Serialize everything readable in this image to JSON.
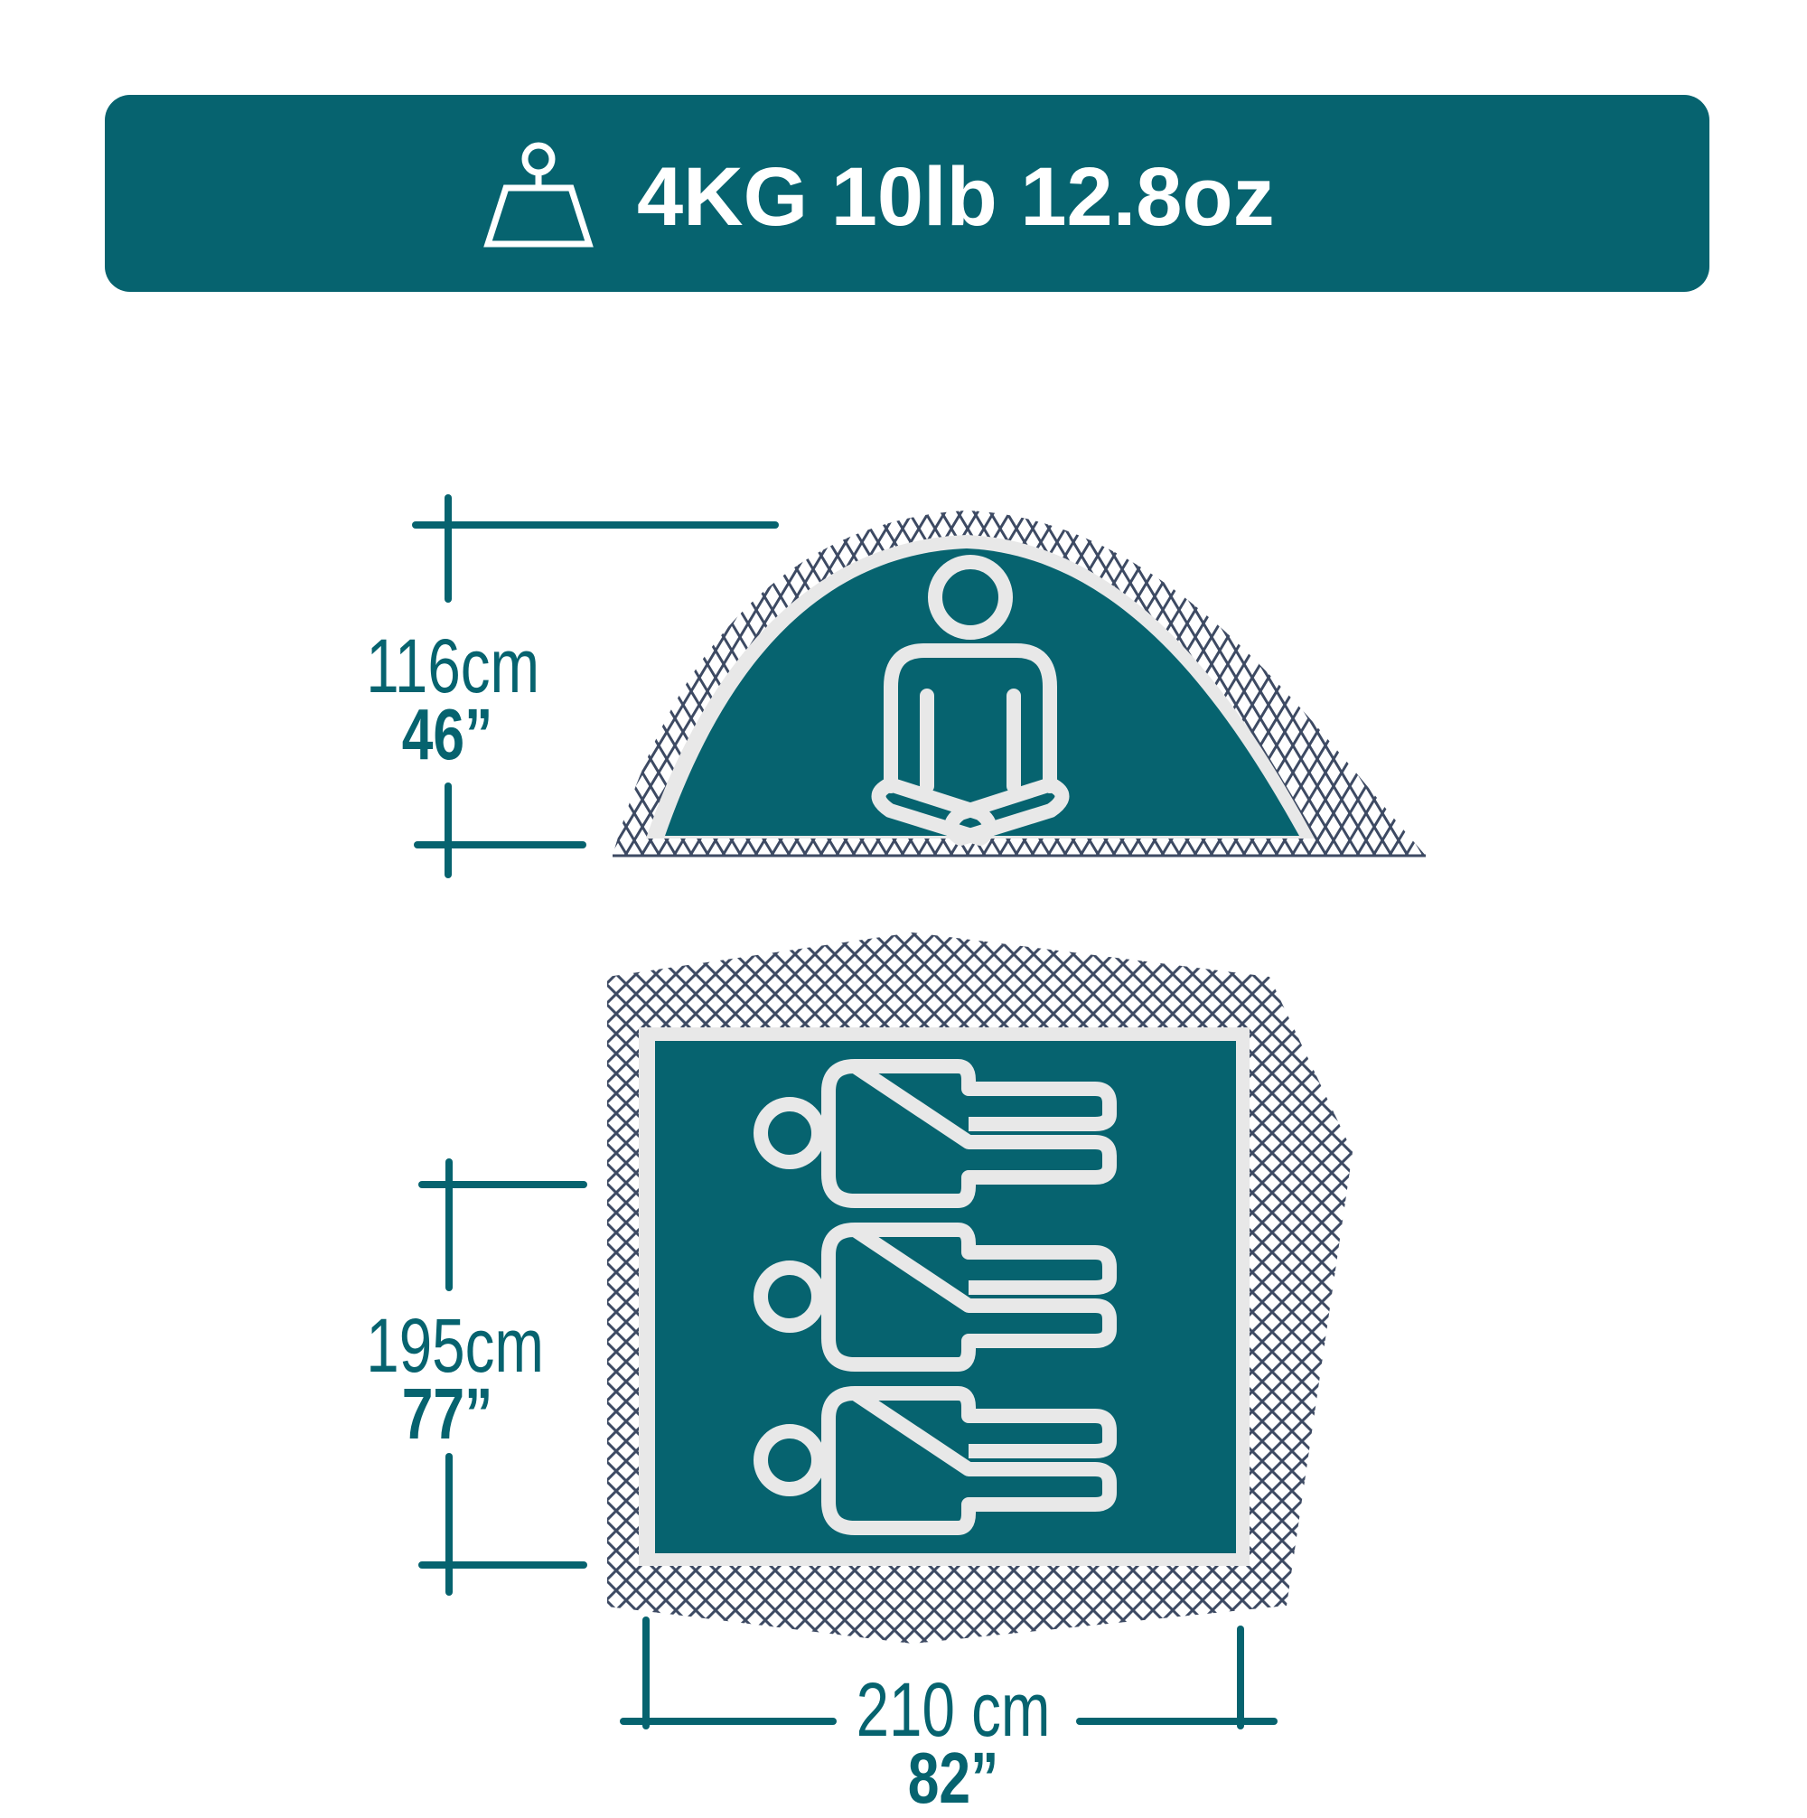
{
  "colors": {
    "teal": "#06636f",
    "light_gray": "#e8e8e8",
    "mesh_navy": "#3d4a63",
    "white": "#ffffff"
  },
  "weight": {
    "icon": "weight-scale-icon",
    "label": "4KG 10lb 12.8oz"
  },
  "height_dimension": {
    "metric": "116cm",
    "imperial": "46”"
  },
  "length_dimension": {
    "metric": "195cm",
    "imperial": "77”"
  },
  "width_dimension": {
    "metric": "210 cm",
    "imperial": "82”"
  },
  "icons": {
    "side_view_figure": "seated-person-icon",
    "top_view_figures": [
      "lying-person-icon",
      "lying-person-icon",
      "lying-person-icon"
    ]
  }
}
